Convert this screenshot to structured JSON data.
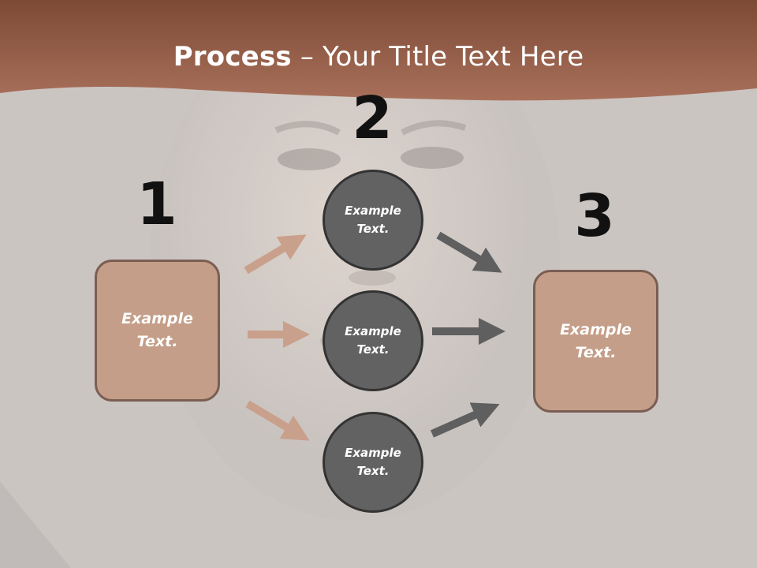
{
  "title": {
    "bold": "Process",
    "rest": " – Your Title Text Here"
  },
  "steps": [
    {
      "number": "1",
      "line1": "Example",
      "line2": "Text."
    },
    {
      "number": "2"
    },
    {
      "number": "3",
      "line1": "Example",
      "line2": "Text."
    }
  ],
  "circles": [
    {
      "line1": "Example",
      "line2": "Text."
    },
    {
      "line1": "Example",
      "line2": "Text."
    },
    {
      "line1": "Example",
      "line2": "Text."
    }
  ],
  "colors": {
    "header": "#a0664c",
    "box_fill": "#c49e88",
    "box_border": "#7a5e52",
    "circle_fill": "#626262",
    "arrow_left": "#c9a08b",
    "arrow_right": "#5f5f5f"
  }
}
